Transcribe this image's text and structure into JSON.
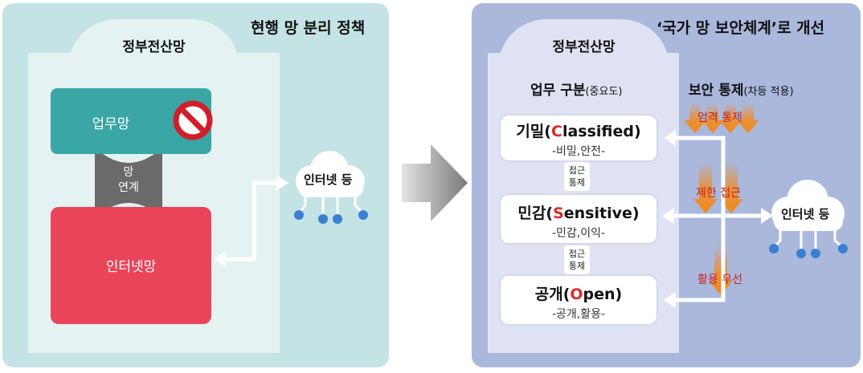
{
  "left": {
    "title": "현행 망 분리 정책",
    "gov_network": "정부전산망",
    "work_network": "업무망",
    "link_label": "망\n연계",
    "internet_network": "인터넷망",
    "internet_cloud": "인터넷 등"
  },
  "right": {
    "title": "‘국가 망 보안체계’로 개선",
    "gov_network": "정부전산망",
    "classification_heading": "업무 구분",
    "classification_note": "(중요도)",
    "control_heading": "보안 통제",
    "control_note": "(차등 적용)",
    "levels": [
      {
        "prefix": "기밀(",
        "letter": "C",
        "rest": "lassified)",
        "sub": "-비밀,안전-"
      },
      {
        "prefix": "민감(",
        "letter": "S",
        "rest": "ensitive)",
        "sub": "-민감,이익-"
      },
      {
        "prefix": "공개(",
        "letter": "O",
        "rest": "pen)",
        "sub": "-공개,활용-"
      }
    ],
    "access_control": [
      "접근\n통제",
      "접근\n통제"
    ],
    "controls": [
      "엄격 통제",
      "제한 접근",
      "활용 우선"
    ],
    "internet_cloud": "인터넷 등"
  },
  "colors": {
    "work_network": "#3aa6a5",
    "internet_network": "#e94459",
    "highlight_letter": "#e0282c",
    "control_arrow": "#f08a1e"
  }
}
